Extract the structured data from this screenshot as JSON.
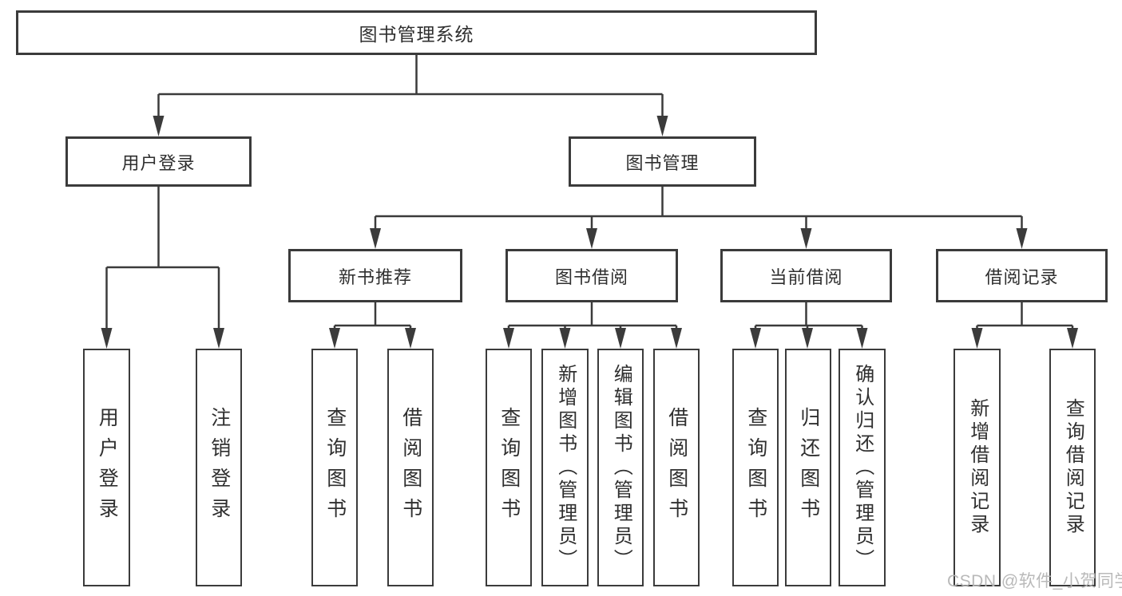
{
  "diagram": {
    "root": {
      "label": "图书管理系统",
      "children": [
        {
          "label": "用户登录",
          "children": [
            {
              "label": "用户登录"
            },
            {
              "label": "注销登录"
            }
          ]
        },
        {
          "label": "图书管理",
          "children": [
            {
              "label": "新书推荐",
              "children": [
                {
                  "label": "查询图书"
                },
                {
                  "label": "借阅图书"
                }
              ]
            },
            {
              "label": "图书借阅",
              "children": [
                {
                  "label": "查询图书"
                },
                {
                  "label": "新增图书（管理员）"
                },
                {
                  "label": "编辑图书（管理员）"
                },
                {
                  "label": "借阅图书"
                }
              ]
            },
            {
              "label": "当前借阅",
              "children": [
                {
                  "label": "查询图书"
                },
                {
                  "label": "归还图书"
                },
                {
                  "label": "确认归还（管理员）"
                }
              ]
            },
            {
              "label": "借阅记录",
              "children": [
                {
                  "label": "新增借阅记录"
                },
                {
                  "label": "查询借阅记录"
                }
              ]
            }
          ]
        }
      ]
    }
  },
  "watermark": {
    "text": "CSDN @软件_小贺同学"
  },
  "colors": {
    "line": "#3b3b3b",
    "box_border": "#3b3b3b",
    "text": "#2f2f2f",
    "background": "#ffffff",
    "watermark": "#b5b5b5"
  }
}
